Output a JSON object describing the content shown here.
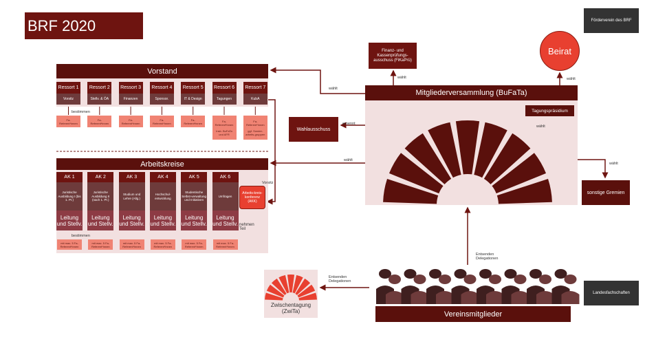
{
  "title": "BRF 2020",
  "foerderverein": "Förderverein des BRF",
  "landesfachschaften": "Landesfachschaften",
  "vorstand": {
    "title": "Vorstand",
    "ressorts": [
      {
        "n": "Ressort 1",
        "name": "Vorsitz",
        "sub": "Fa-Referent*innen"
      },
      {
        "n": "Ressort 2",
        "name": "Stellv. & ÖA",
        "sub": "Fa-Referent*innen"
      },
      {
        "n": "Ressort 3",
        "name": "Finanzen",
        "sub": "Fa-Referent*innen"
      },
      {
        "n": "Ressort 4",
        "name": "Sponsor.",
        "sub": "Fa-Referent*innen"
      },
      {
        "n": "Ressort 5",
        "name": "IT & Design",
        "sub": "Fa-Referent*innen"
      },
      {
        "n": "Ressort 6",
        "name": "Tagungen",
        "sub": "Fa-Referent*innen",
        "extra": "Insb. BuFaTa und AFR"
      },
      {
        "n": "Ressort 7",
        "name": "KubA",
        "sub": "Fa-Referent*innen",
        "extra": "ggf. Sonder-arbeits-gruppen"
      }
    ],
    "bestimmen": "bestimmen"
  },
  "arbeitskreise": {
    "title": "Arbeitskreise",
    "leitung": "Leitung und Stellv.",
    "bestimmen": "bestimmen",
    "aks": [
      {
        "n": "AK 1",
        "name": "Juristische Ausbildung I (bis 1. Pr.)",
        "sub": "mit max. 5 Fa-Referent*innen"
      },
      {
        "n": "AK 2",
        "name": "Juristische Ausbildung II (nach 1. Pr.)",
        "sub": "mit max. 5 Fa-Referent*innen"
      },
      {
        "n": "AK 3",
        "name": "Studium und Lehre (Allg.)",
        "sub": "mit max. 5 Fa-Referent*innen"
      },
      {
        "n": "AK 4",
        "name": "Hochschul-entwicklung",
        "sub": "mit max. 5 Fa-Referent*innen"
      },
      {
        "n": "AK 5",
        "name": "Studentische Selbst-verwaltung und Initiativen",
        "sub": "mit max. 5 Fa-Referent*innen"
      },
      {
        "n": "AK 6",
        "name": "Umfragen",
        "sub": "mit max. 5 Fa-Referent*innen"
      }
    ],
    "akk": "Arbeits-kreis-konferenz (AKK)",
    "vorsitz": "Vorsitz",
    "nehmen_teil": "nehmen Teil"
  },
  "fikapru": "Finanz- und Kassenprüfungs-ausschuss (FiKaPrü)",
  "beirat": "Beirat",
  "mv": {
    "title": "Mitgliederversammlung (BuFaTa)",
    "praesidium": "Tagungspräsidium"
  },
  "wahlausschuss": "Wahlausschuss",
  "sonstige": "sonstige Gremien",
  "labels": {
    "waehlt": "wählt",
    "ernennt": "ernennt",
    "entsenden": "Entsenden Delegationen"
  },
  "mitglieder": "Vereinsmitglieder",
  "zwita": "Zwischentagung (ZwiTa)",
  "colors": {
    "dark": "#5a100c",
    "red": "#6e1410",
    "accent": "#e84030",
    "pink": "#f2e0e0",
    "salmon": "#f08373"
  }
}
